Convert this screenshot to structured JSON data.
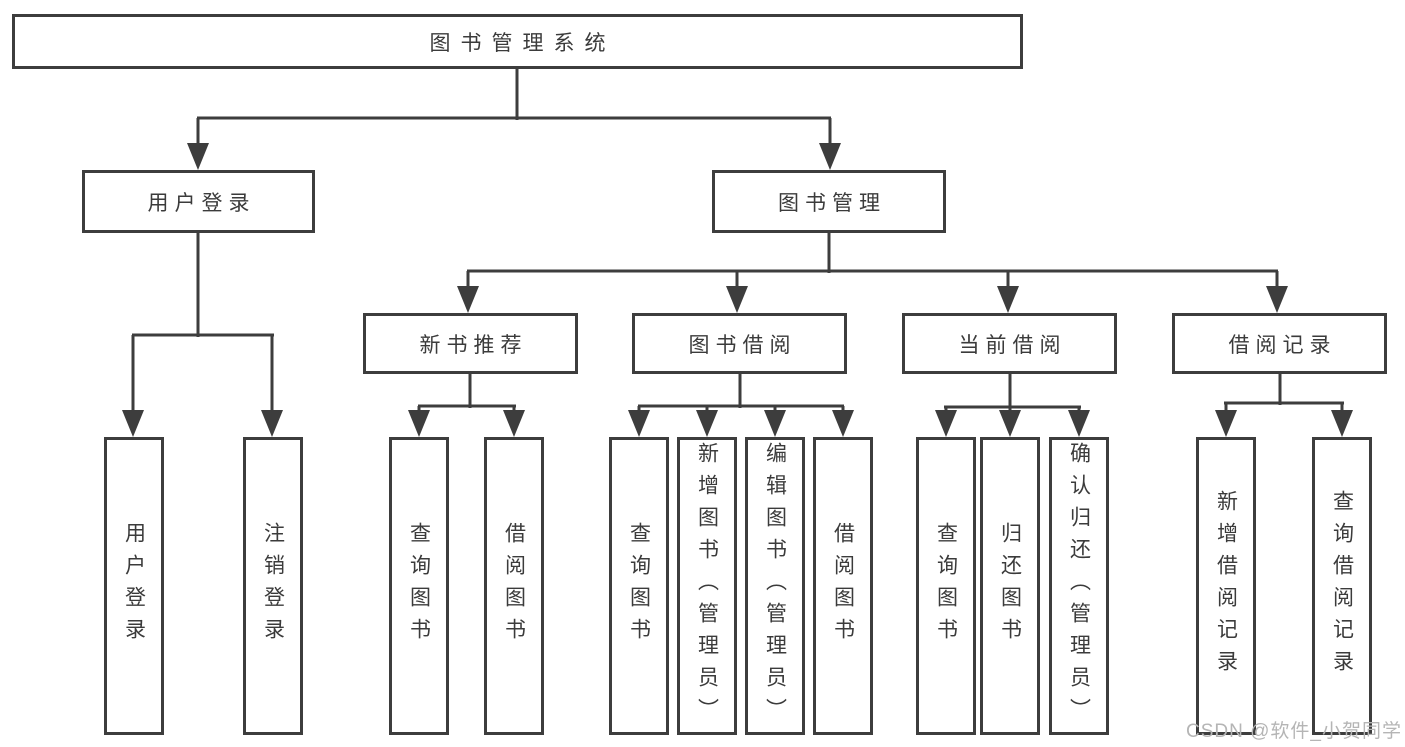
{
  "diagram_title": "图书管理系统",
  "colors": {
    "line": "#3d3d3d",
    "node_border": "#3d3d3d",
    "text": "#3b3b3b",
    "background": "#ffffff",
    "watermark": "#b5b5b5"
  },
  "nodes": {
    "root": "图书管理系统",
    "userLogin": "用户登录",
    "bookMgmt": "图书管理",
    "newBookRec": "新书推荐",
    "bookBorrow": "图书借阅",
    "currentBorrow": "当前借阅",
    "borrowRecord": "借阅记录",
    "leafUserLogin": "用户登录",
    "leafLogout": "注销登录",
    "leafQueryBookA": "查询图书",
    "leafBorrowBookA": "借阅图书",
    "leafQueryBookB": "查询图书",
    "leafAddBook": "新增图书（管理员）",
    "leafEditBook": "编辑图书（管理员）",
    "leafBorrowBookB": "借阅图书",
    "leafQueryBookC": "查询图书",
    "leafReturnBook": "归还图书",
    "leafConfirmReturn": "确认归还（管理员）",
    "leafAddRecord": "新增借阅记录",
    "leafQueryRecord": "查询借阅记录"
  },
  "tree": {
    "label": "图书管理系统",
    "children": [
      {
        "label": "用户登录",
        "children": [
          "用户登录",
          "注销登录"
        ]
      },
      {
        "label": "图书管理",
        "children": [
          {
            "label": "新书推荐",
            "children": [
              "查询图书",
              "借阅图书"
            ]
          },
          {
            "label": "图书借阅",
            "children": [
              "查询图书",
              "新增图书（管理员）",
              "编辑图书（管理员）",
              "借阅图书"
            ]
          },
          {
            "label": "当前借阅",
            "children": [
              "查询图书",
              "归还图书",
              "确认归还（管理员）"
            ]
          },
          {
            "label": "借阅记录",
            "children": [
              "新增借阅记录",
              "查询借阅记录"
            ]
          }
        ]
      }
    ]
  },
  "watermark": "CSDN @软件_小贺同学"
}
